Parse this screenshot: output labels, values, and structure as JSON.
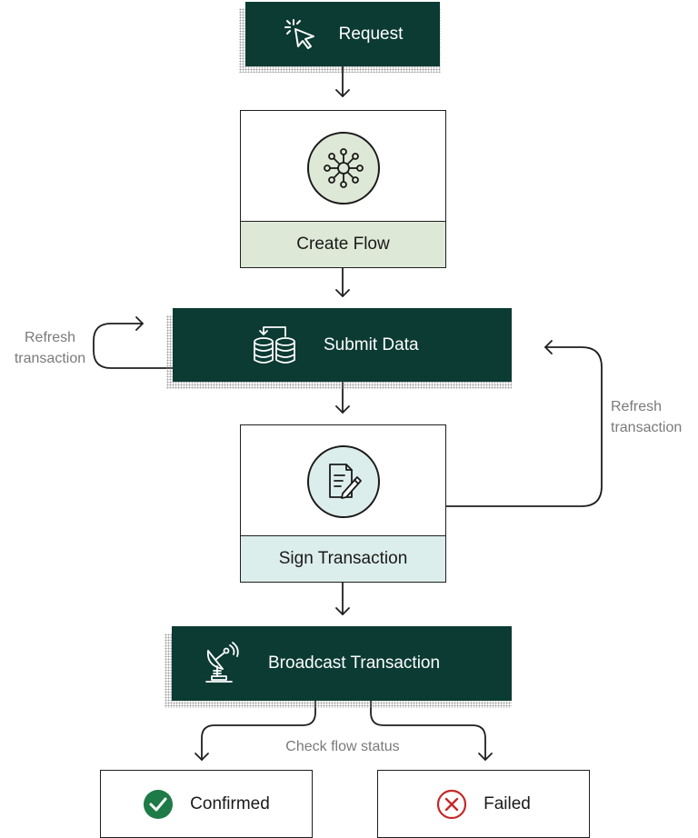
{
  "nodes": {
    "request": {
      "label": "Request"
    },
    "create_flow": {
      "label": "Create Flow"
    },
    "submit_data": {
      "label": "Submit Data"
    },
    "sign_transaction": {
      "label": "Sign Transaction"
    },
    "broadcast_transaction": {
      "label": "Broadcast Transaction"
    },
    "confirmed": {
      "label": "Confirmed"
    },
    "failed": {
      "label": "Failed"
    }
  },
  "edges": {
    "refresh_left": {
      "line1": "Refresh",
      "line2": "transaction"
    },
    "refresh_right": {
      "line1": "Refresh",
      "line2": "transaction"
    },
    "check_status": {
      "label": "Check flow status"
    }
  },
  "colors": {
    "dark_node": "#0b3b33",
    "create_flow_fill": "#dde8d6",
    "sign_fill": "#dceeeb",
    "success": "#1e7a47",
    "error": "#c62828"
  },
  "icons": {
    "request": "cursor-click-icon",
    "create_flow": "network-hub-icon",
    "submit_data": "database-transfer-icon",
    "sign_transaction": "document-sign-icon",
    "broadcast_transaction": "satellite-dish-icon",
    "confirmed": "check-circle-icon",
    "failed": "x-circle-icon"
  }
}
